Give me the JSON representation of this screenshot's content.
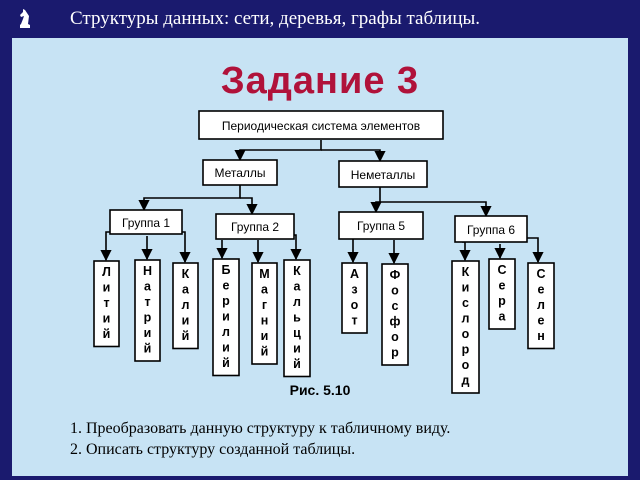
{
  "header": {
    "title": "Структуры данных: сети, деревья, графы таблицы.",
    "icon": "chess-knight-icon"
  },
  "slide": {
    "task_title": "Задание 3",
    "caption": "Рис. 5.10"
  },
  "diagram": {
    "root": "Периодическая система элементов",
    "categories": [
      "Металлы",
      "Неметаллы"
    ],
    "groups": [
      "Группа 1",
      "Группа 2",
      "Группа 5",
      "Группа 6"
    ],
    "elements": [
      "Литий",
      "Натрий",
      "Калий",
      "Берилий",
      "Магний",
      "Кальций",
      "Азот",
      "Фосфор",
      "Кислород",
      "Сера",
      "Селен"
    ]
  },
  "instructions": [
    "1. Преобразовать данную структуру к табличному виду.",
    "2. Описать структуру созданной таблицы."
  ],
  "colors": {
    "header_bg": "#1a1a6e",
    "slide_bg": "#c7e3f4",
    "title": "#b0123a"
  }
}
